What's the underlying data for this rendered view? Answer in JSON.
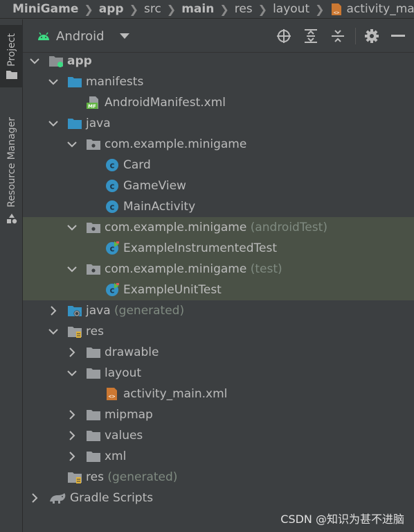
{
  "breadcrumb": [
    {
      "text": "MiniGame",
      "bold": true
    },
    {
      "text": "app",
      "bold": true
    },
    {
      "text": "src",
      "bold": false
    },
    {
      "text": "main",
      "bold": true
    },
    {
      "text": "res",
      "bold": false
    },
    {
      "text": "layout",
      "bold": false
    },
    {
      "text": "activity_main.xml",
      "bold": false,
      "icon": "xml-file-icon"
    }
  ],
  "left_strip": {
    "project_tab": "Project",
    "resource_manager_tab": "Resource Manager"
  },
  "panel": {
    "view_selector": "Android",
    "tools": [
      "locate-icon",
      "expand-all-icon",
      "collapse-all-icon",
      "gear-icon",
      "minimize-icon"
    ]
  },
  "tree": [
    {
      "label": "app",
      "suffix": "",
      "level": 0,
      "arrow": "down",
      "icon": "module-folder-icon",
      "bold": true,
      "hl": false
    },
    {
      "label": "manifests",
      "suffix": "",
      "level": 1,
      "arrow": "down",
      "icon": "folder-blue-icon",
      "bold": false,
      "hl": false
    },
    {
      "label": "AndroidManifest.xml",
      "suffix": "",
      "level": 2,
      "arrow": "none",
      "icon": "manifest-file-icon",
      "bold": false,
      "hl": false
    },
    {
      "label": "java",
      "suffix": "",
      "level": 1,
      "arrow": "down",
      "icon": "folder-blue-icon",
      "bold": false,
      "hl": false
    },
    {
      "label": "com.example.minigame",
      "suffix": "",
      "level": 2,
      "arrow": "down",
      "icon": "package-icon",
      "bold": false,
      "hl": false
    },
    {
      "label": "Card",
      "suffix": "",
      "level": 3,
      "arrow": "none",
      "icon": "class-icon",
      "bold": false,
      "hl": false
    },
    {
      "label": "GameView",
      "suffix": "",
      "level": 3,
      "arrow": "none",
      "icon": "class-icon",
      "bold": false,
      "hl": false
    },
    {
      "label": "MainActivity",
      "suffix": "",
      "level": 3,
      "arrow": "none",
      "icon": "class-icon",
      "bold": false,
      "hl": false
    },
    {
      "label": "com.example.minigame",
      "suffix": "(androidTest)",
      "level": 2,
      "arrow": "down",
      "icon": "package-icon",
      "bold": false,
      "hl": true
    },
    {
      "label": "ExampleInstrumentedTest",
      "suffix": "",
      "level": 3,
      "arrow": "none",
      "icon": "test-class-icon",
      "bold": false,
      "hl": true
    },
    {
      "label": "com.example.minigame",
      "suffix": "(test)",
      "level": 2,
      "arrow": "down",
      "icon": "package-icon",
      "bold": false,
      "hl": true
    },
    {
      "label": "ExampleUnitTest",
      "suffix": "",
      "level": 3,
      "arrow": "none",
      "icon": "test-class-icon",
      "bold": false,
      "hl": true
    },
    {
      "label": "java",
      "suffix": "(generated)",
      "level": 1,
      "arrow": "right",
      "icon": "generated-folder-icon",
      "bold": false,
      "hl": false
    },
    {
      "label": "res",
      "suffix": "",
      "level": 1,
      "arrow": "down",
      "icon": "resource-folder-icon",
      "bold": false,
      "hl": false
    },
    {
      "label": "drawable",
      "suffix": "",
      "level": 2,
      "arrow": "right",
      "icon": "folder-gray-icon",
      "bold": false,
      "hl": false
    },
    {
      "label": "layout",
      "suffix": "",
      "level": 2,
      "arrow": "down",
      "icon": "folder-gray-icon",
      "bold": false,
      "hl": false
    },
    {
      "label": "activity_main.xml",
      "suffix": "",
      "level": 3,
      "arrow": "none",
      "icon": "xml-file-icon",
      "bold": false,
      "hl": false
    },
    {
      "label": "mipmap",
      "suffix": "",
      "level": 2,
      "arrow": "right",
      "icon": "folder-gray-icon",
      "bold": false,
      "hl": false
    },
    {
      "label": "values",
      "suffix": "",
      "level": 2,
      "arrow": "right",
      "icon": "folder-gray-icon",
      "bold": false,
      "hl": false
    },
    {
      "label": "xml",
      "suffix": "",
      "level": 2,
      "arrow": "right",
      "icon": "folder-gray-icon",
      "bold": false,
      "hl": false
    },
    {
      "label": "res",
      "suffix": "(generated)",
      "level": 1,
      "arrow": "none",
      "icon": "resource-folder-icon",
      "bold": false,
      "hl": false
    },
    {
      "label": "Gradle Scripts",
      "suffix": "",
      "level": 0,
      "arrow": "right",
      "icon": "gradle-icon",
      "bold": false,
      "hl": false
    }
  ],
  "watermark": "CSDN @知识为甚不进脑",
  "colors": {
    "background": "#3c3f41",
    "highlight": "#4a5146",
    "text": "#bbbbbb",
    "muted": "#7f8a80",
    "folder_blue": "#3592c4",
    "class_blue": "#3592c4",
    "android_green": "#3ddc84",
    "xml_orange": "#cc7832"
  }
}
